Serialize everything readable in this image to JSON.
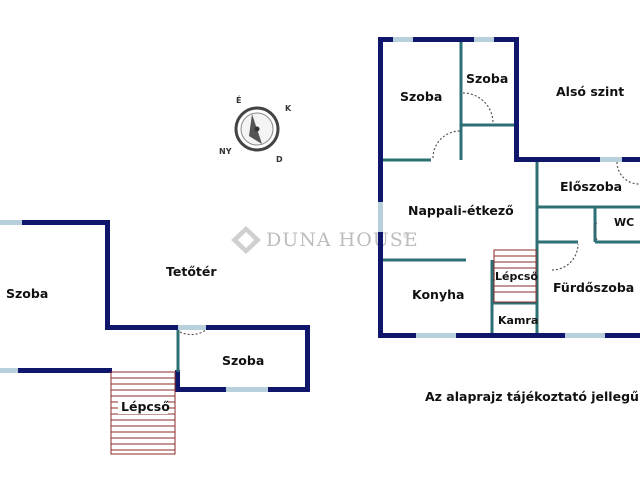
{
  "upper_floor": {
    "title": "Tetőtér",
    "rooms": {
      "room_left": "Szoba",
      "room_right": "Szoba",
      "stairs": "Lépcső"
    }
  },
  "lower_floor": {
    "title": "Alsó szint",
    "rooms": {
      "room_a": "Szoba",
      "room_b": "Szoba",
      "living_dining": "Nappali-étkező",
      "hall": "Előszoba",
      "wc": "WC",
      "kitchen": "Konyha",
      "stairs": "Lépcső",
      "pantry": "Kamra",
      "bathroom": "Fürdőszoba"
    }
  },
  "watermark": {
    "brand": "DUNA HOUSE",
    "mark": "®"
  },
  "compass": {
    "north": "É",
    "east": "K",
    "south": "D",
    "west": "NY",
    "icon": "compass-icon"
  },
  "disclaimer": "Az alaprajz tájékoztató jellegű.",
  "colors": {
    "wall": "#10166b",
    "inner_wall": "#2c6f74",
    "window": "#b8d0dc",
    "stairs": "#8b2b2b",
    "compass_needle": "#c0392b"
  }
}
